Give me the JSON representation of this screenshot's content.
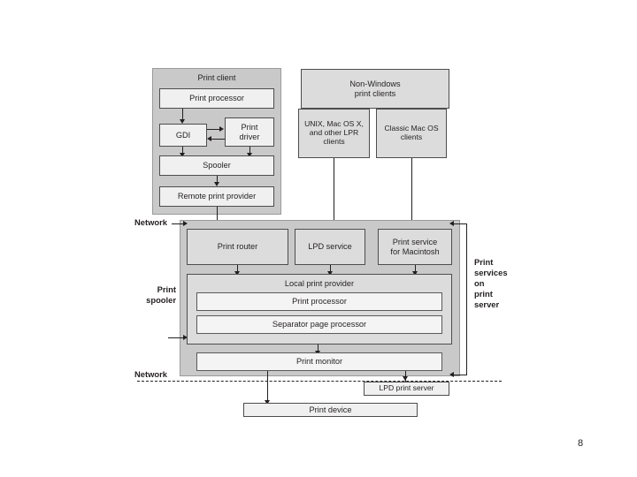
{
  "page": {
    "number": "8",
    "background": "#ffffff",
    "ink": "#231f20",
    "container_fill": "#c9c9c9",
    "box_fill_mid": "#dcdcdc",
    "box_fill_light": "#f0f0f0",
    "box_fill_lighter": "#f4f4f4"
  },
  "print_client": {
    "title": "Print client",
    "boxes": {
      "print_processor": "Print processor",
      "gdi": "GDI",
      "print_driver": "Print\ndriver",
      "spooler": "Spooler",
      "remote_print_provider": "Remote print provider"
    }
  },
  "non_windows": {
    "title": "Non-Windows\nprint clients",
    "boxes": {
      "unix_lpr": "UNIX, Mac OS X,\nand other LPR\nclients",
      "classic_mac": "Classic Mac OS\nclients"
    }
  },
  "network_labels": {
    "top": "Network",
    "bottom": "Network"
  },
  "spooler_section": {
    "side_label": "Print\nspooler",
    "services": {
      "print_router": "Print router",
      "lpd_service": "LPD service",
      "print_service_mac": "Print service\nfor Macintosh"
    },
    "local_print_provider": {
      "title": "Local print provider",
      "print_processor": "Print processor",
      "separator_page_processor": "Separator page processor"
    },
    "print_monitor": "Print monitor"
  },
  "right_bracket": {
    "label": "Print\nservices\non\nprint\nserver"
  },
  "bottom": {
    "lpd_print_server": "LPD print server",
    "print_device": "Print device"
  }
}
